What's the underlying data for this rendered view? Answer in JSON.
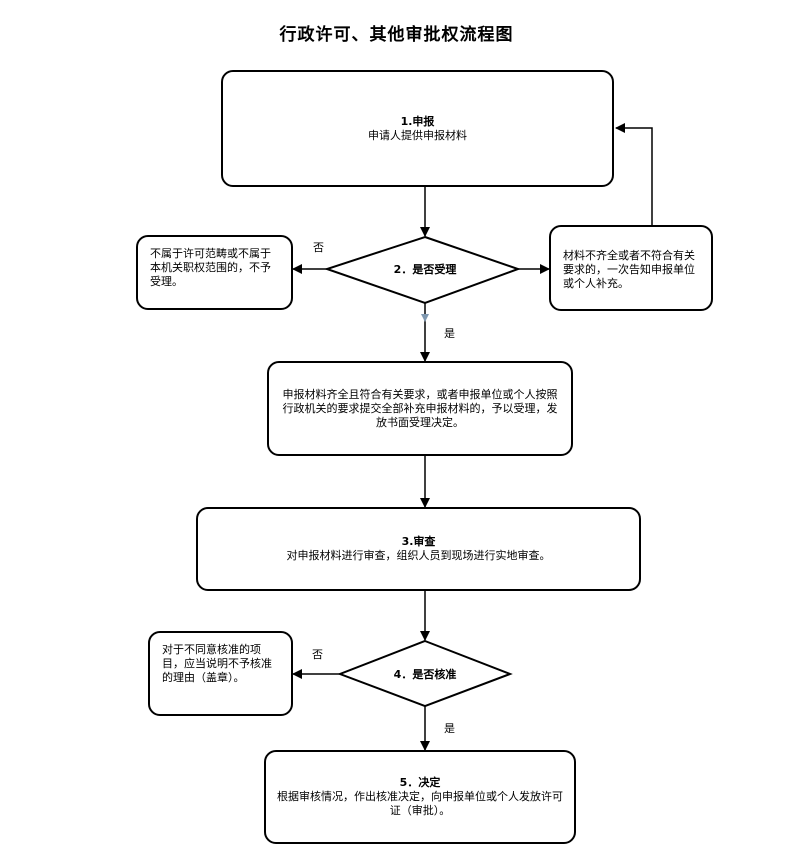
{
  "title": "行政许可、其他审批权流程图",
  "steps": {
    "apply": {
      "head": "1.申报",
      "body": "申请人提供申报材料"
    },
    "accept_decision": {
      "label": "2．是否受理"
    },
    "reject_accept": {
      "text": "不属于许可范畴或不属于本机关职权范围的，不予受理。"
    },
    "supplement": {
      "text": "材料不齐全或者不符合有关要求的，一次告知申报单位或个人补充。"
    },
    "accepted": {
      "text": "申报材料齐全且符合有关要求，或者申报单位或个人按照行政机关的要求提交全部补充申报材料的，予以受理，发放书面受理决定。"
    },
    "review": {
      "head": "3.审查",
      "body": "对申报材料进行审查，组织人员到现场进行实地审查。"
    },
    "approve_decision": {
      "label": "4．是否核准"
    },
    "reject_approve": {
      "text": "对于不同意核准的项目，应当说明不予核准的理由（盖章）。"
    },
    "decision": {
      "head": "5．决定",
      "body": "根据审核情况，作出核准决定，向申报单位或个人发放许可证（审批）。"
    }
  },
  "edges": {
    "no_1": "否",
    "yes_1": "是",
    "no_2": "否",
    "yes_2": "是"
  },
  "colors": {
    "line": "#000000",
    "marker": "#7f98b0"
  }
}
